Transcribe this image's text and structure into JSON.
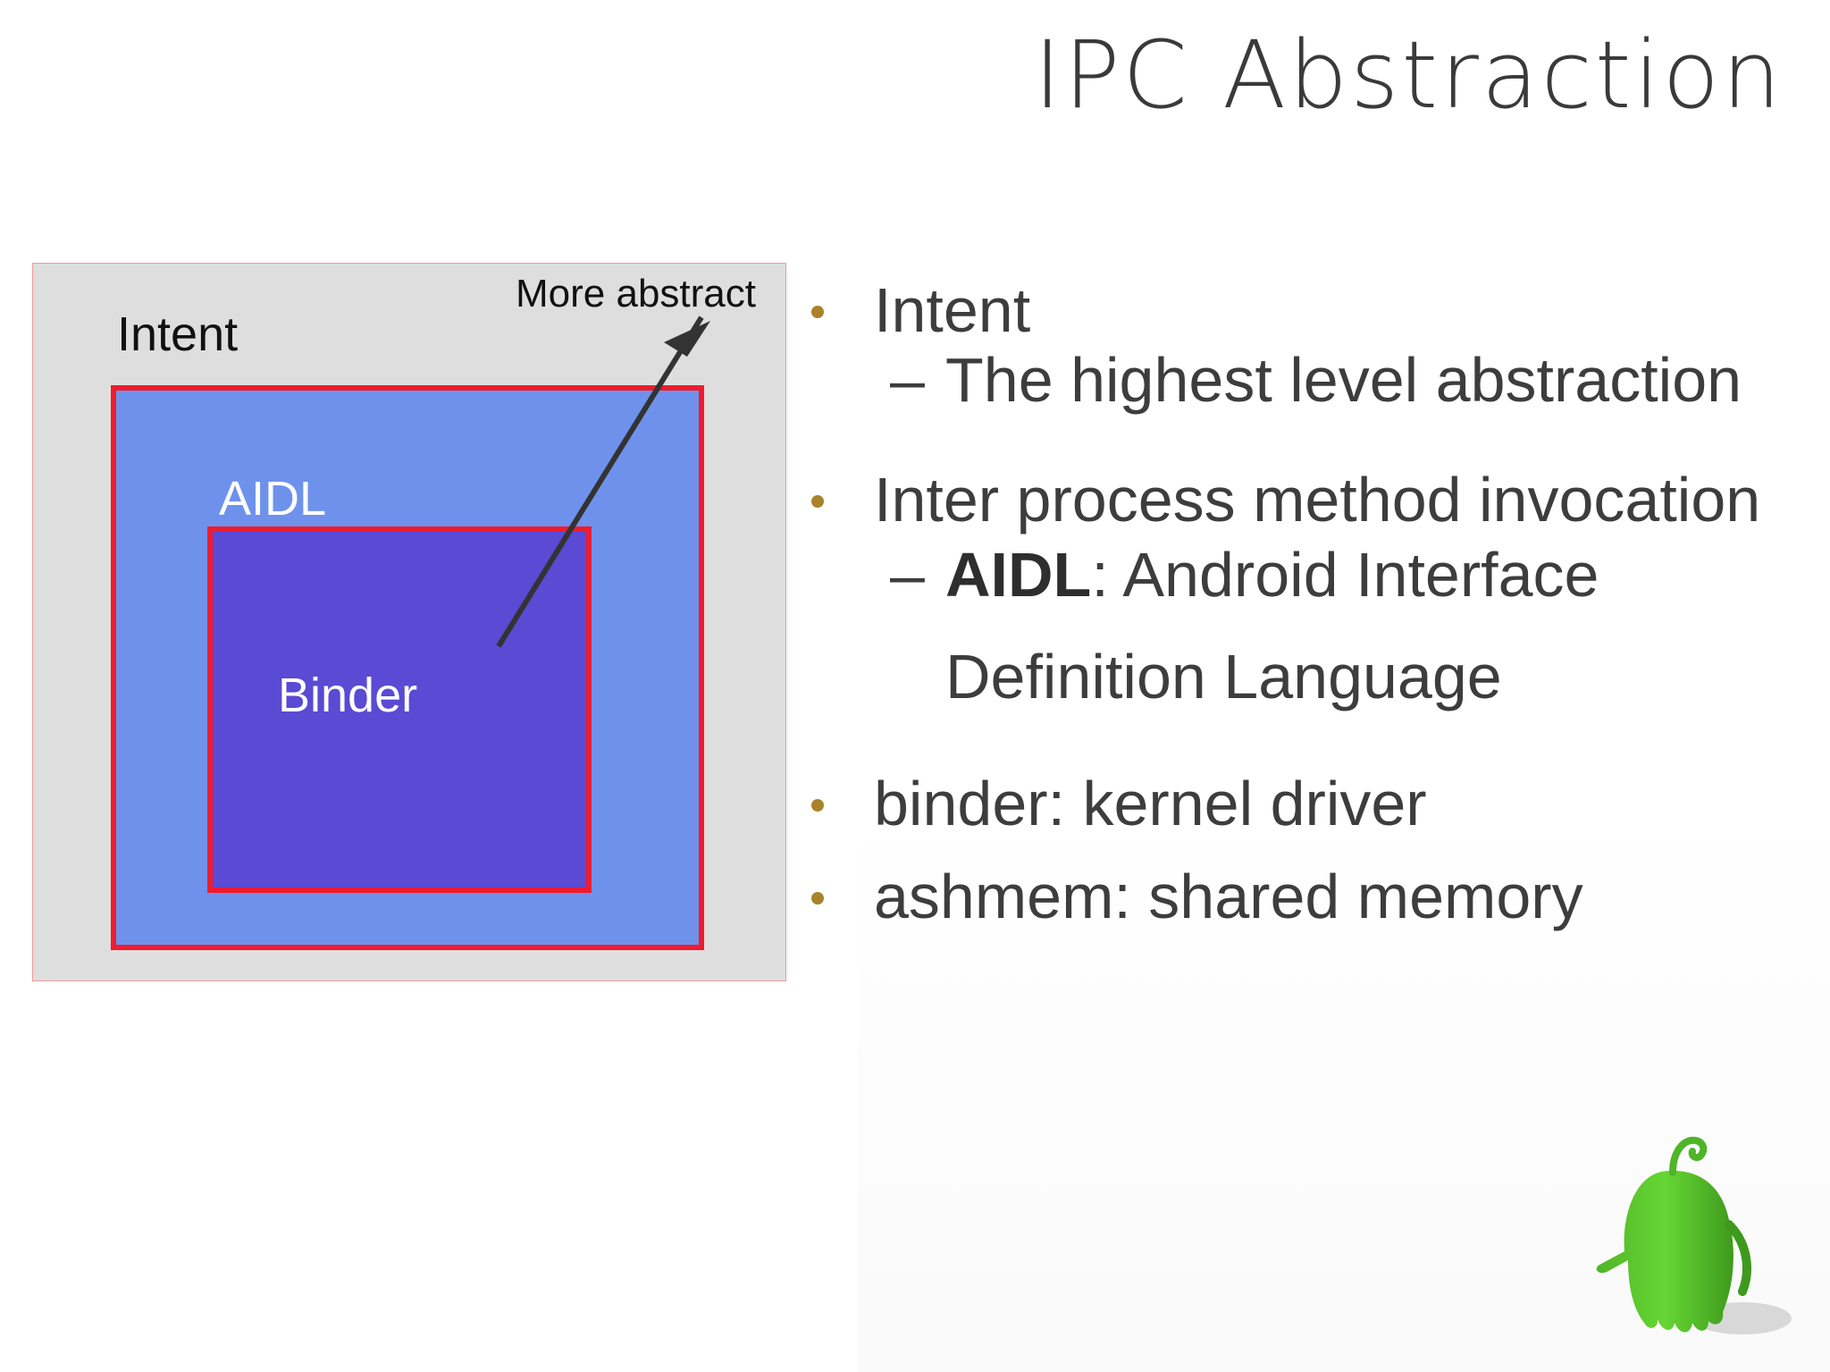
{
  "title": "IPC Abstraction",
  "diagram": {
    "outer_label": "Intent",
    "middle_label": "AIDL",
    "inner_label": "Binder",
    "arrow_label": "More abstract",
    "colors": {
      "outer_bg": "#dedede",
      "middle_bg": "#6e92ec",
      "inner_bg": "#5a4ad4",
      "border": "#ee1c2e",
      "arrow": "#333333"
    }
  },
  "bullets": [
    {
      "text": "Intent",
      "sub": {
        "dash": "–",
        "text": "The highest level abstraction"
      }
    },
    {
      "text": "Inter process method invocation",
      "sub": {
        "dash": "–",
        "bold": "AIDL",
        "text": ": Android Interface",
        "continuation": "Definition Language"
      }
    },
    {
      "text": "binder: kernel driver"
    },
    {
      "text": "ashmem: shared memory"
    }
  ],
  "bullet_color": "#a9822a",
  "mascot": {
    "icon": "green-android-mascot-icon",
    "color": "#5fce2e"
  }
}
